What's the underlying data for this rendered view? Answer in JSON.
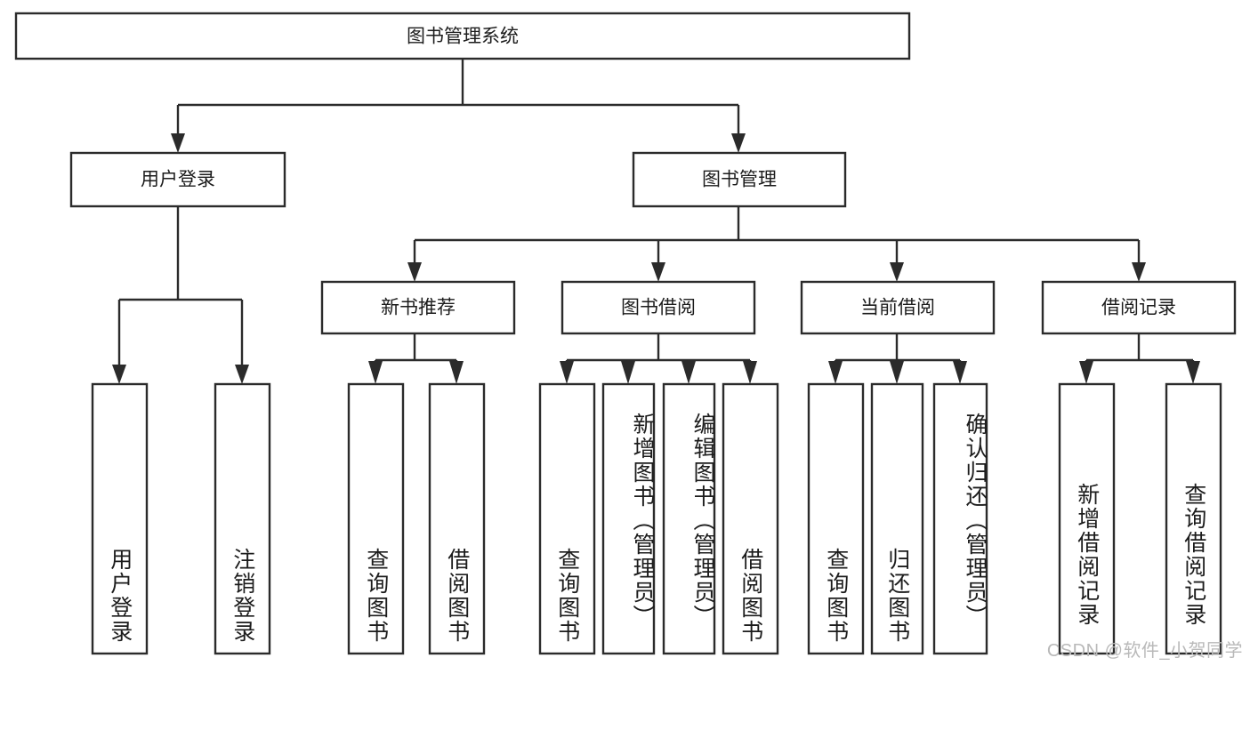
{
  "diagram": {
    "type": "tree-hierarchy-chart",
    "title": "图书管理系统",
    "background_color": "#ffffff",
    "line_color": "#2b2b2b",
    "text_color": "#1c1c1c",
    "levels": 4,
    "root": {
      "id": "root",
      "label": "图书管理系统",
      "orientation": "horizontal"
    },
    "level2": [
      {
        "id": "user-login",
        "label": "用户登录",
        "orientation": "horizontal"
      },
      {
        "id": "book-management",
        "label": "图书管理",
        "orientation": "horizontal"
      }
    ],
    "level3": [
      {
        "id": "new-book-recommend",
        "label": "新书推荐",
        "parent": "book-management",
        "orientation": "horizontal"
      },
      {
        "id": "book-borrow",
        "label": "图书借阅",
        "parent": "book-management",
        "orientation": "horizontal"
      },
      {
        "id": "current-borrow",
        "label": "当前借阅",
        "parent": "book-management",
        "orientation": "horizontal"
      },
      {
        "id": "borrow-record",
        "label": "借阅记录",
        "parent": "book-management",
        "orientation": "horizontal"
      }
    ],
    "leaves": [
      {
        "id": "leaf-user-login",
        "label": "用户登录",
        "parent": "user-login",
        "orientation": "vertical"
      },
      {
        "id": "leaf-logout",
        "label": "注销登录",
        "parent": "user-login",
        "orientation": "vertical"
      },
      {
        "id": "leaf-query-book-1",
        "label": "查询图书",
        "parent": "new-book-recommend",
        "orientation": "vertical"
      },
      {
        "id": "leaf-borrow-book-1",
        "label": "借阅图书",
        "parent": "new-book-recommend",
        "orientation": "vertical"
      },
      {
        "id": "leaf-query-book-2",
        "label": "查询图书",
        "parent": "book-borrow",
        "orientation": "vertical"
      },
      {
        "id": "leaf-add-book",
        "label": "新增图书（管理员）",
        "parent": "book-borrow",
        "orientation": "vertical"
      },
      {
        "id": "leaf-edit-book",
        "label": "编辑图书（管理员）",
        "parent": "book-borrow",
        "orientation": "vertical"
      },
      {
        "id": "leaf-borrow-book-2",
        "label": "借阅图书",
        "parent": "book-borrow",
        "orientation": "vertical"
      },
      {
        "id": "leaf-query-book-3",
        "label": "查询图书",
        "parent": "current-borrow",
        "orientation": "vertical"
      },
      {
        "id": "leaf-return-book",
        "label": "归还图书",
        "parent": "current-borrow",
        "orientation": "vertical"
      },
      {
        "id": "leaf-confirm-return",
        "label": "确认归还（管理员）",
        "parent": "current-borrow",
        "orientation": "vertical"
      },
      {
        "id": "leaf-add-record",
        "label": "新增借阅记录",
        "parent": "borrow-record",
        "orientation": "vertical"
      },
      {
        "id": "leaf-query-record",
        "label": "查询借阅记录",
        "parent": "borrow-record",
        "orientation": "vertical"
      }
    ]
  },
  "watermark": {
    "text": "CSDN @软件_小贺同学"
  }
}
